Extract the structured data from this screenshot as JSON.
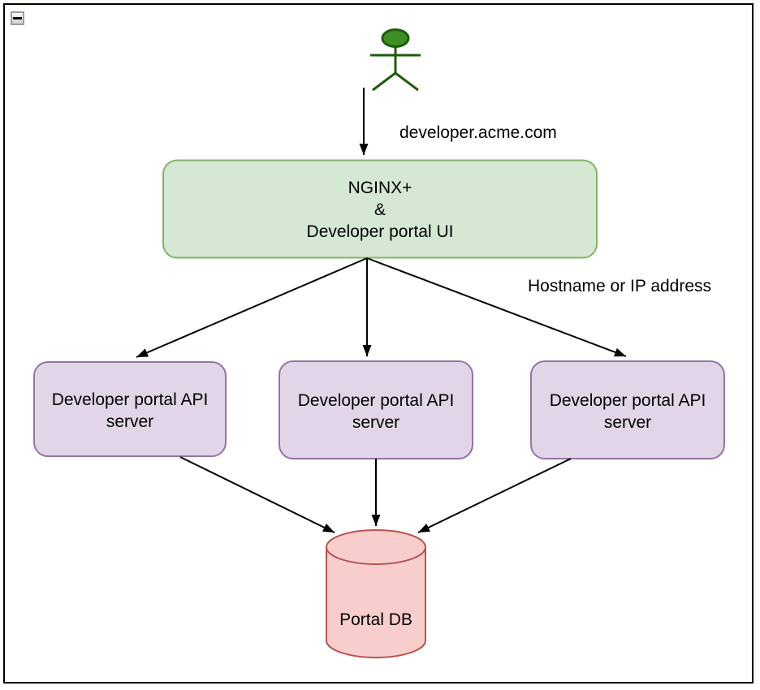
{
  "window": {
    "collapse_icon": "minus"
  },
  "colors": {
    "gateway_fill": "#d5e8d4",
    "gateway_stroke": "#82b366",
    "api_fill": "#e1d5e7",
    "api_stroke": "#9673a6",
    "db_fill": "#f8cecc",
    "db_stroke": "#b85450",
    "actor_fill": "#3f8e23",
    "actor_stroke": "#1e5c0e",
    "edge": "#000000"
  },
  "diagram": {
    "actor_icon": "stick-figure-actor",
    "edge_labels": {
      "request_host": "developer.acme.com",
      "lb_note": "Hostname or IP address"
    },
    "gateway": {
      "line1": "NGINX+",
      "line2": "&",
      "line3": "Developer portal UI"
    },
    "api_server": {
      "line1": "Developer portal API",
      "line2": "server"
    },
    "database": {
      "label": "Portal DB"
    }
  }
}
